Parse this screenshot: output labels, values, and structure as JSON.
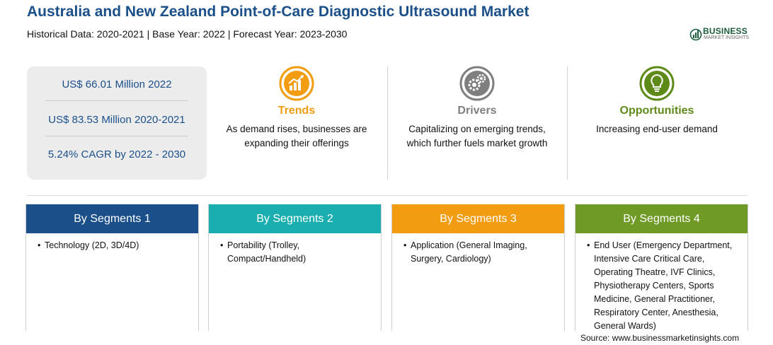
{
  "header": {
    "title": "Australia and New Zealand Point-of-Care Diagnostic Ultrasound Market",
    "subtitle": "Historical Data: 2020-2021 | Base Year: 2022 | Forecast Year: 2023-2030"
  },
  "logo": {
    "word": "BUSINESS",
    "sub": "MARKET INSIGHTS",
    "color": "#1b5b3a"
  },
  "stats": [
    "US$ 66.01 Million 2022",
    "US$ 83.53 Million 2020-2021",
    "5.24% CAGR by 2022 - 2030"
  ],
  "features": [
    {
      "title": "Trends",
      "text": "As demand rises, businesses are expanding their offerings",
      "color": "#f29c11",
      "icon": "bar-chart-growth-icon"
    },
    {
      "title": "Drivers",
      "text": "Capitalizing on emerging trends, which further fuels market growth",
      "color": "#7f7f7f",
      "icon": "gears-icon"
    },
    {
      "title": "Opportunities",
      "text": "Increasing end-user demand",
      "color": "#5e8a1a",
      "icon": "lightbulb-icon"
    }
  ],
  "segments": [
    {
      "title": "By Segments 1",
      "color": "#1b4f8a",
      "bullet": "•",
      "item": "Technology (2D, 3D/4D)"
    },
    {
      "title": "By Segments 2",
      "color": "#1aaeb0",
      "bullet": "•",
      "item": "Portability (Trolley, Compact/Handheld)"
    },
    {
      "title": "By Segments 3",
      "color": "#f29c11",
      "bullet": "•",
      "item": "Application (General Imaging, Surgery, Cardiology)"
    },
    {
      "title": "By Segments 4",
      "color": "#6e9a25",
      "bullet": "•",
      "item": "End User (Emergency Department, Intensive Care Critical Care, Operating Theatre, IVF Clinics, Physiotherapy Centers, Sports Medicine, General Practitioner, Respiratory Center, Anesthesia, General Wards)"
    }
  ],
  "source": "Source: www.businessmarketinsights.com"
}
